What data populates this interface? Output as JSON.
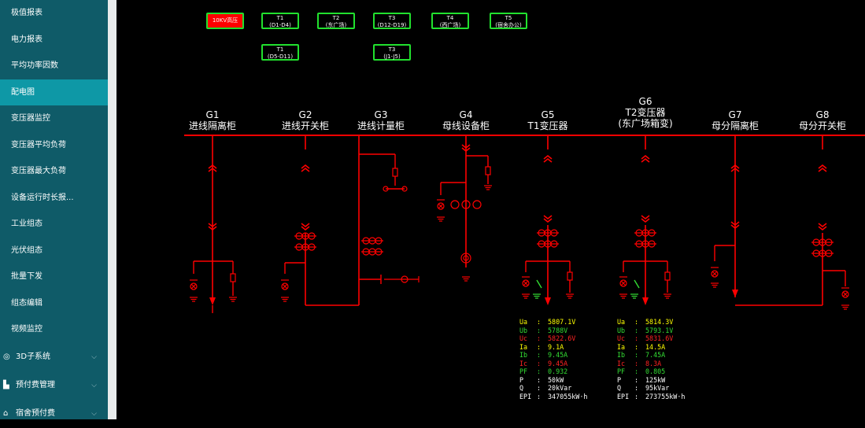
{
  "sidebar": {
    "items": [
      {
        "label": "极值报表",
        "active": false
      },
      {
        "label": "电力报表",
        "active": false
      },
      {
        "label": "平均功率因数",
        "active": false
      },
      {
        "label": "配电图",
        "active": true
      },
      {
        "label": "变压器监控",
        "active": false
      },
      {
        "label": "变压器平均负荷",
        "active": false
      },
      {
        "label": "变压器最大负荷",
        "active": false
      },
      {
        "label": "设备运行时长报...",
        "active": false
      },
      {
        "label": "工业组态",
        "active": false
      },
      {
        "label": "光伏组态",
        "active": false
      },
      {
        "label": "批量下发",
        "active": false
      },
      {
        "label": "组态编辑",
        "active": false
      },
      {
        "label": "视频监控",
        "active": false
      }
    ],
    "groups": [
      {
        "label": "3D子系统",
        "icon": "cube-icon"
      },
      {
        "label": "预付费管理",
        "icon": "chart-icon"
      },
      {
        "label": "宿舍预付费",
        "icon": "home-icon"
      }
    ]
  },
  "top_buttons": [
    {
      "l1": "10KV高压",
      "l2": "",
      "alarm": true
    },
    {
      "l1": "T1",
      "l2": "(D1-D4)",
      "alarm": false
    },
    {
      "l1": "T2",
      "l2": "(东广场)",
      "alarm": false
    },
    {
      "l1": "T3",
      "l2": "(D12-D19)",
      "alarm": false
    },
    {
      "l1": "T4",
      "l2": "(西广场)",
      "alarm": false
    },
    {
      "l1": "T5",
      "l2": "(宿舍办公)",
      "alarm": false
    },
    {
      "l1": "T1",
      "l2": "(D5-D11)",
      "alarm": false
    },
    {
      "l1": "T3",
      "l2": "(J1-J5)",
      "alarm": false
    }
  ],
  "cabinets": [
    {
      "l1": "G1",
      "l2": "进线隔离柜",
      "l3": ""
    },
    {
      "l1": "G2",
      "l2": "进线开关柜",
      "l3": ""
    },
    {
      "l1": "G3",
      "l2": "进线计量柜",
      "l3": ""
    },
    {
      "l1": "G4",
      "l2": "母线设备柜",
      "l3": ""
    },
    {
      "l1": "G5",
      "l2": "T1变压器",
      "l3": ""
    },
    {
      "l1": "G6",
      "l2": "T2变压器",
      "l3": "(东广场箱变)"
    },
    {
      "l1": "G7",
      "l2": "母分隔离柜",
      "l3": ""
    },
    {
      "l1": "G8",
      "l2": "母分开关柜",
      "l3": ""
    }
  ],
  "measurements": [
    {
      "rows": [
        {
          "label": "Ua",
          "value": "5807.1V",
          "color": "#ffff00"
        },
        {
          "label": "Ub",
          "value": "5788V",
          "color": "#33dd33"
        },
        {
          "label": "Uc",
          "value": "5822.6V",
          "color": "#ff2222"
        },
        {
          "label": "Ia",
          "value": "9.1A",
          "color": "#ffff00"
        },
        {
          "label": "Ib",
          "value": "9.45A",
          "color": "#33dd33"
        },
        {
          "label": "Ic",
          "value": "9.45A",
          "color": "#ff2222"
        },
        {
          "label": "PF",
          "value": "0.932",
          "color": "#33dd33"
        },
        {
          "label": "P",
          "value": "50kW",
          "color": "#ffffff"
        },
        {
          "label": "Q",
          "value": "20kVar",
          "color": "#ffffff"
        },
        {
          "label": "EPI",
          "value": "347055kW·h",
          "color": "#ffffff"
        }
      ]
    },
    {
      "rows": [
        {
          "label": "Ua",
          "value": "5814.3V",
          "color": "#ffff00"
        },
        {
          "label": "Ub",
          "value": "5793.1V",
          "color": "#33dd33"
        },
        {
          "label": "Uc",
          "value": "5831.6V",
          "color": "#ff2222"
        },
        {
          "label": "Ia",
          "value": "14.5A",
          "color": "#ffff00"
        },
        {
          "label": "Ib",
          "value": "7.45A",
          "color": "#33dd33"
        },
        {
          "label": "Ic",
          "value": "8.3A",
          "color": "#ff2222"
        },
        {
          "label": "PF",
          "value": "0.805",
          "color": "#33dd33"
        },
        {
          "label": "P",
          "value": "125kW",
          "color": "#ffffff"
        },
        {
          "label": "Q",
          "value": "95kVar",
          "color": "#ffffff"
        },
        {
          "label": "EPI",
          "value": "273755kW·h",
          "color": "#ffffff"
        }
      ]
    }
  ],
  "colors": {
    "line": "#ff0000",
    "ground": "#33dd33",
    "button_border": "#21e12e",
    "alarm": "#ff0000",
    "sidebar": "#0f5b68",
    "sidebar_active": "#0e98a6"
  }
}
